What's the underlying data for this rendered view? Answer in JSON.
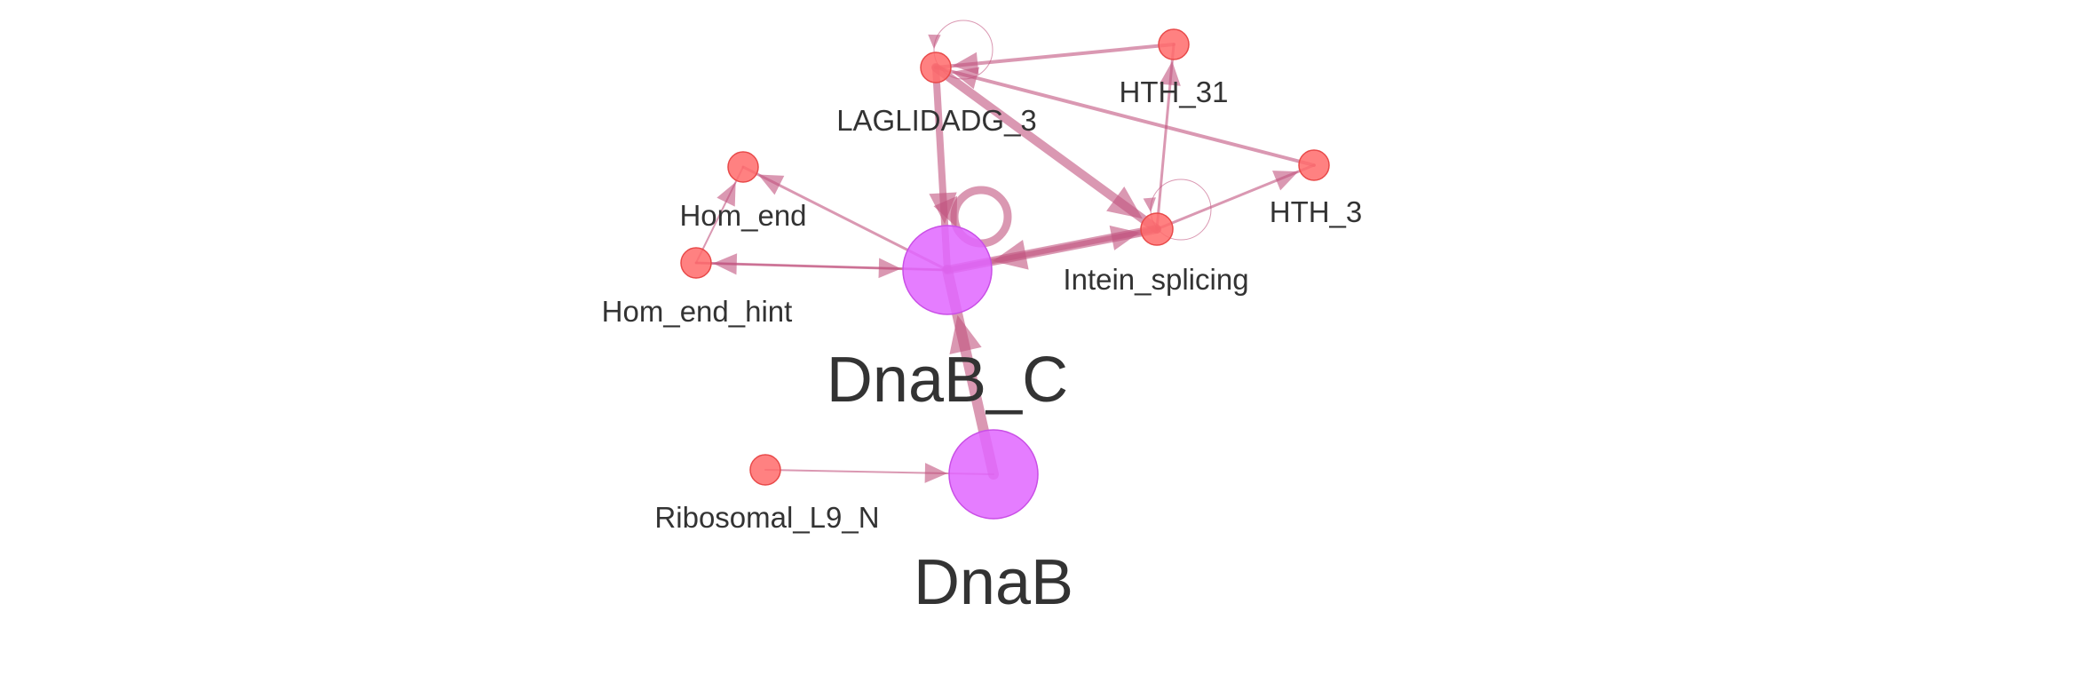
{
  "colors": {
    "edge": "#c2547e",
    "node_small": "#ff6b6b",
    "node_big": "#e066ff",
    "label": "#333333"
  },
  "nodes": [
    {
      "id": "LAGLIDADG_3",
      "label": "LAGLIDADG_3"
    },
    {
      "id": "HTH_31",
      "label": "HTH_31"
    },
    {
      "id": "HTH_3",
      "label": "HTH_3"
    },
    {
      "id": "Hom_end",
      "label": "Hom_end"
    },
    {
      "id": "Hom_end_hint",
      "label": "Hom_end_hint"
    },
    {
      "id": "Intein_splicing",
      "label": "Intein_splicing"
    },
    {
      "id": "DnaB_C",
      "label": "DnaB_C"
    },
    {
      "id": "Ribosomal_L9_N",
      "label": "Ribosomal_L9_N"
    },
    {
      "id": "DnaB",
      "label": "DnaB"
    }
  ],
  "edges": [
    {
      "source": "HTH_31",
      "target": "LAGLIDADG_3"
    },
    {
      "source": "LAGLIDADG_3",
      "target": "LAGLIDADG_3"
    },
    {
      "source": "LAGLIDADG_3",
      "target": "DnaB_C"
    },
    {
      "source": "LAGLIDADG_3",
      "target": "Intein_splicing"
    },
    {
      "source": "HTH_3",
      "target": "LAGLIDADG_3"
    },
    {
      "source": "Intein_splicing",
      "target": "HTH_31"
    },
    {
      "source": "Intein_splicing",
      "target": "HTH_3"
    },
    {
      "source": "Intein_splicing",
      "target": "Intein_splicing"
    },
    {
      "source": "Intein_splicing",
      "target": "DnaB_C"
    },
    {
      "source": "DnaB_C",
      "target": "Intein_splicing"
    },
    {
      "source": "DnaB_C",
      "target": "DnaB_C"
    },
    {
      "source": "DnaB_C",
      "target": "Hom_end"
    },
    {
      "source": "DnaB_C",
      "target": "Hom_end_hint"
    },
    {
      "source": "Hom_end_hint",
      "target": "DnaB_C"
    },
    {
      "source": "Hom_end_hint",
      "target": "Hom_end"
    },
    {
      "source": "DnaB",
      "target": "DnaB_C"
    },
    {
      "source": "Ribosomal_L9_N",
      "target": "DnaB"
    }
  ]
}
